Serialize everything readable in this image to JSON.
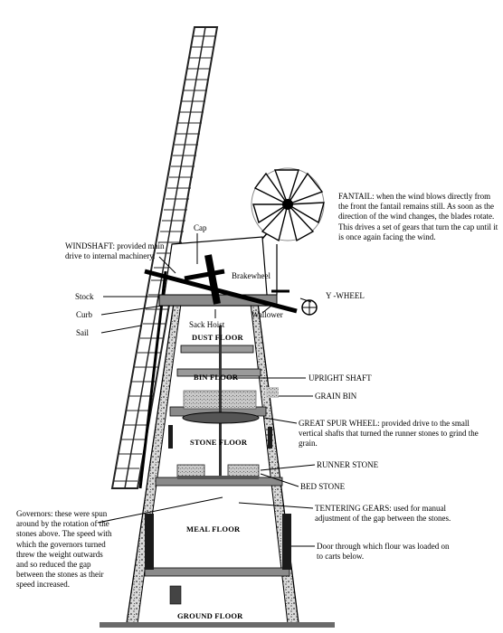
{
  "labels": {
    "cap": "Cap",
    "windshaft": "WINDSHAFT: provided main drive to internal machinery.",
    "brakewheel": "Brakewheel",
    "stock": "Stock",
    "curb": "Curb",
    "sail": "Sail",
    "wallower": "Wallower",
    "sack_hoist": "Sack Hoist",
    "y_wheel": "Y -WHEEL",
    "fantail": "FANTAIL: when the wind blows directly from the front the fantail remains still. As soon as the direction of the wind changes, the blades rotate. This drives a set of gears that turn the cap until it is once again facing the wind.",
    "upright_shaft": "UPRIGHT SHAFT",
    "grain_bin": "GRAIN BIN",
    "great_spur_wheel": "GREAT SPUR WHEEL: provided drive to the small vertical shafts that turned the runner stones to grind the grain.",
    "runner_stone": "RUNNER STONE",
    "bed_stone": "BED STONE",
    "tentering_gears": "TENTERING GEARS: used for manual adjustment of the gap between the stones.",
    "governors": "Governors: these were spun around by the rotation of the stones above. The speed with which the governors turned threw the weight outwards and so reduced the gap between the stones as their speed increased.",
    "door": "Door through which flour was loaded on to carts below."
  },
  "floors": {
    "dust": "DUST FLOOR",
    "bin": "BIN FLOOR",
    "stone": "STONE FLOOR",
    "meal": "MEAL FLOOR",
    "ground": "GROUND FLOOR"
  }
}
